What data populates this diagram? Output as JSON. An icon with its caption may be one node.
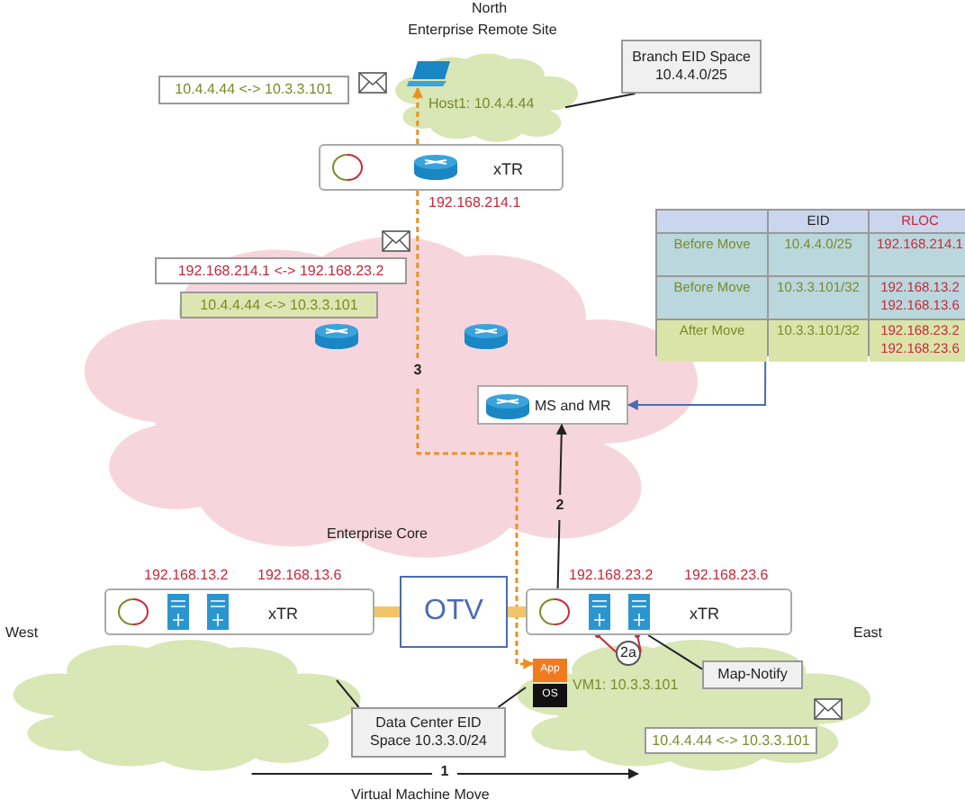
{
  "diagram": {
    "nodes": [
      {
        "text": [
          "Enterprise Remote Site"
        ],
        "beside": [
          "North"
        ]
      },
      {
        "text": [],
        "shape": "laptop",
        "in": 0,
        "beside": [
          "Host1: 10.4.4.44"
        ]
      },
      {
        "text": [
          "10.4.4.44 <-> 10.3.3.101"
        ]
      },
      {
        "text": [
          "Branch EID Space 10.4.4.0/25"
        ]
      },
      {
        "text": [
          "xTR"
        ],
        "beside": [
          "192.168.214.1"
        ]
      },
      {
        "text": [
          "Enterprise Core"
        ]
      },
      {
        "text": [
          "192.168.214.1 <-> 192.168.23.2"
        ],
        "in": 5
      },
      {
        "text": [
          "10.4.4.44 <-> 10.3.3.101"
        ],
        "in": 5
      },
      {
        "text": [
          "EID",
          "RLOC",
          "Before Move",
          "10.4.4.0/25",
          "192.168.214.1",
          "Before Move",
          "10.3.3.101/32",
          "192.168.13.2 192.168.13.6",
          "After Move",
          "10.3.3.101/32",
          "192.168.23.2 192.168.23.6"
        ]
      },
      {
        "text": [
          "MS and MR"
        ],
        "in": 5
      },
      {
        "text": [],
        "shape": "cloud",
        "beside": [
          "West"
        ]
      },
      {
        "text": [
          "xTR"
        ],
        "beside": [
          "192.168.13.2",
          "192.168.13.6"
        ]
      },
      {
        "text": [
          "OTV"
        ]
      },
      {
        "text": [
          "xTR"
        ],
        "beside": [
          "192.168.23.2",
          "192.168.23.6"
        ]
      },
      {
        "text": [],
        "shape": "cloud",
        "beside": [
          "East"
        ]
      },
      {
        "text": [
          "App",
          "OS"
        ],
        "in": 14,
        "beside": [
          "VM1: 10.3.3.101"
        ]
      },
      {
        "text": [
          "Data Center EID Space 10.3.3.0/24"
        ]
      },
      {
        "text": [
          "Map-Notify"
        ],
        "in": 14
      },
      {
        "text": [
          "10.4.4.44 <-> 10.3.3.101"
        ],
        "in": 14
      },
      {
        "text": [
          "2a"
        ],
        "in": 14
      }
    ],
    "edges": [
      {
        "from": 3,
        "to": 0,
        "arrow": "none"
      },
      {
        "from": 4,
        "to": 15,
        "arrow": "to",
        "label": "3",
        "style": "dashed",
        "color": "#e8921e"
      },
      {
        "from": 4,
        "to": 1,
        "arrow": "to",
        "style": "dashed",
        "color": "#e8921e"
      },
      {
        "from": 13,
        "to": 9,
        "arrow": "to",
        "label": "2"
      },
      {
        "from": 8,
        "to": 9,
        "arrow": "to",
        "color": "#4a6cb0"
      },
      {
        "from": 11,
        "to": 12,
        "arrow": "none",
        "style": "thick",
        "color": "#f2c46a"
      },
      {
        "from": 12,
        "to": 13,
        "arrow": "none",
        "style": "thick",
        "color": "#f2c46a"
      },
      {
        "from": 16,
        "to": 10,
        "arrow": "none"
      },
      {
        "from": 16,
        "to": 14,
        "arrow": "none"
      },
      {
        "from": 17,
        "to": 13,
        "arrow": "none"
      },
      {
        "from": 10,
        "to": 14,
        "arrow": "to",
        "label": "1"
      },
      {
        "from": 13,
        "to": 19,
        "arrow": "other",
        "color": "#c8283c"
      },
      {
        "from": 13,
        "to": 19,
        "arrow": "other",
        "color": "#c8283c"
      }
    ],
    "labels": [
      "Virtual Machine Move"
    ]
  }
}
